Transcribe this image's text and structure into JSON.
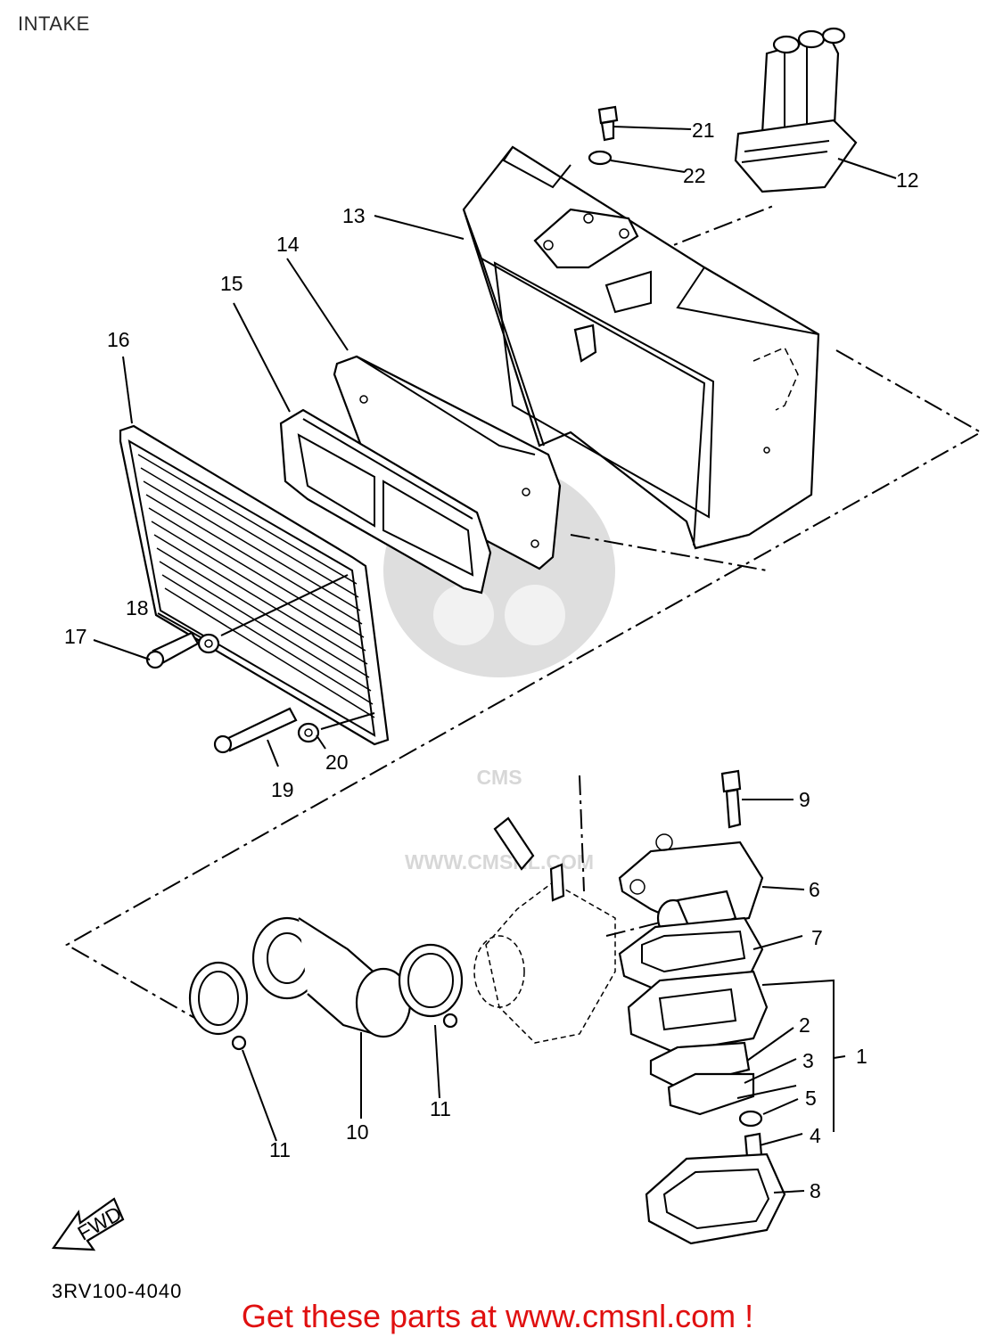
{
  "header": {
    "title": "INTAKE"
  },
  "watermark": {
    "brand": "CMS",
    "site": "WWW.CMSNL.COM"
  },
  "fwd_badge": {
    "label": "FWD"
  },
  "callouts": [
    "1",
    "2",
    "3",
    "4",
    "5",
    "6",
    "7",
    "8",
    "9",
    "10",
    "11",
    "11",
    "12",
    "13",
    "14",
    "15",
    "16",
    "17",
    "18",
    "19",
    "20",
    "21",
    "22"
  ],
  "footer": {
    "catalog_code": "3RV100-4040",
    "promo": "Get these parts at www.cmsnl.com !"
  },
  "colors": {
    "promo": "#e01010",
    "line": "#000000",
    "watermark": "#bdbdbd"
  }
}
